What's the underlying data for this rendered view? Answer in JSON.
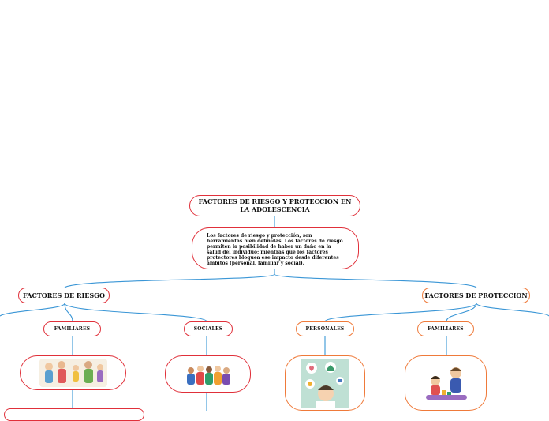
{
  "root": {
    "title": "FACTORES DE RIESGO Y PROTECCION EN LA ADOLESCENCIA",
    "description": "Los factores de riesgo y protección, son herramientas bien definidas. Los factores de riesgo permiten la posibilidad de haber un daño en la salud del individuo; mientras que los factores protectores bloquea ese impacto desde diferentes ámbitos (personal, familiar y social)."
  },
  "risk": {
    "label": "FACTORES DE RIESGO",
    "children": [
      "FAMILIARES",
      "SOCIALES"
    ]
  },
  "protection": {
    "label": "FACTORES DE PROTECCION",
    "children": [
      "PERSONALES",
      "FAMILIARES"
    ]
  },
  "colors": {
    "connector": "#3a96d6",
    "risk_border": "#e0303a",
    "protection_border": "#ef7a3a"
  },
  "images": {
    "risk_familiares": "family-conflict-illustration",
    "risk_sociales": "group-of-people-illustration",
    "protection_personales": "self-care-thinking-illustration",
    "protection_familiares": "parent-child-play-illustration"
  }
}
